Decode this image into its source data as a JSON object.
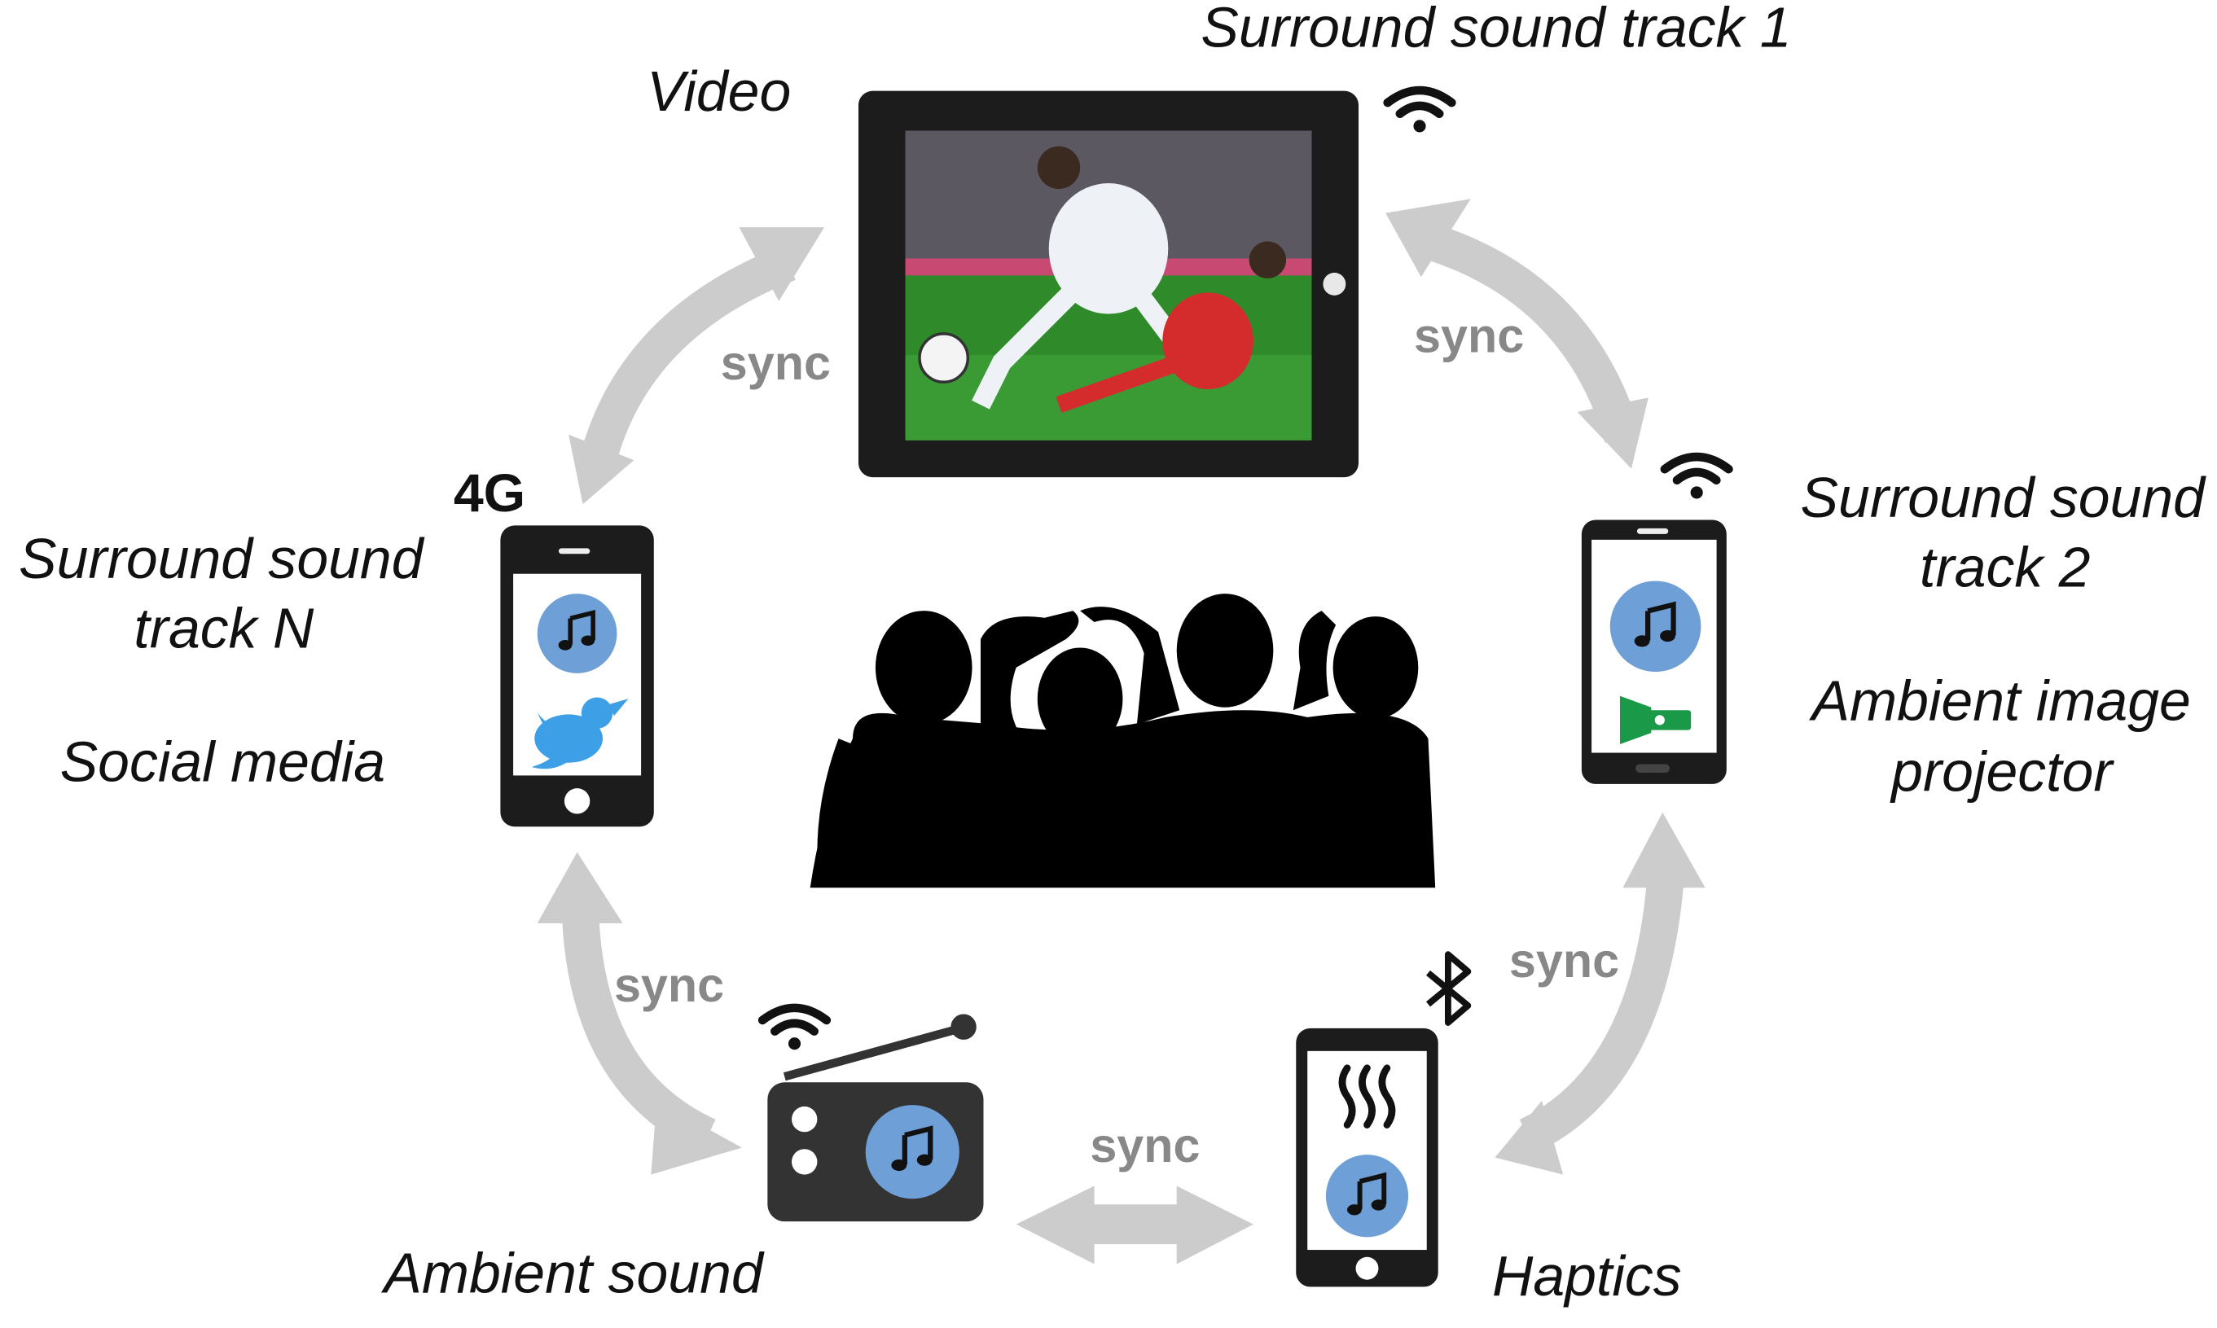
{
  "labels": {
    "video": "Video",
    "surround_1": "Surround sound track 1",
    "surround_2_line1": "Surround sound",
    "surround_2_line2": "track 2",
    "ambient_image_line1": "Ambient image",
    "ambient_image_line2": "projector",
    "surround_n_line1": "Surround sound",
    "surround_n_line2": "track N",
    "social_media": "Social media",
    "network_4g": "4G",
    "ambient_sound": "Ambient sound",
    "haptics": "Haptics"
  },
  "sync_labels": [
    "sync",
    "sync",
    "sync",
    "sync",
    "sync"
  ],
  "icons": {
    "music": "music-note-icon",
    "twitter": "twitter-bird-icon",
    "flashlight": "flashlight-icon",
    "haptic": "haptic-waves-icon",
    "wifi": "wifi-icon",
    "bluetooth": "bluetooth-icon"
  },
  "colors": {
    "arrow": "#cccccc",
    "sync_text": "#888888",
    "device": "#1c1c1c",
    "music_circle": "#6e9fd6",
    "twitter": "#3d9fe6",
    "flashlight": "#1a9a48",
    "radio": "#333333",
    "pitch": "#2f8a2a"
  }
}
